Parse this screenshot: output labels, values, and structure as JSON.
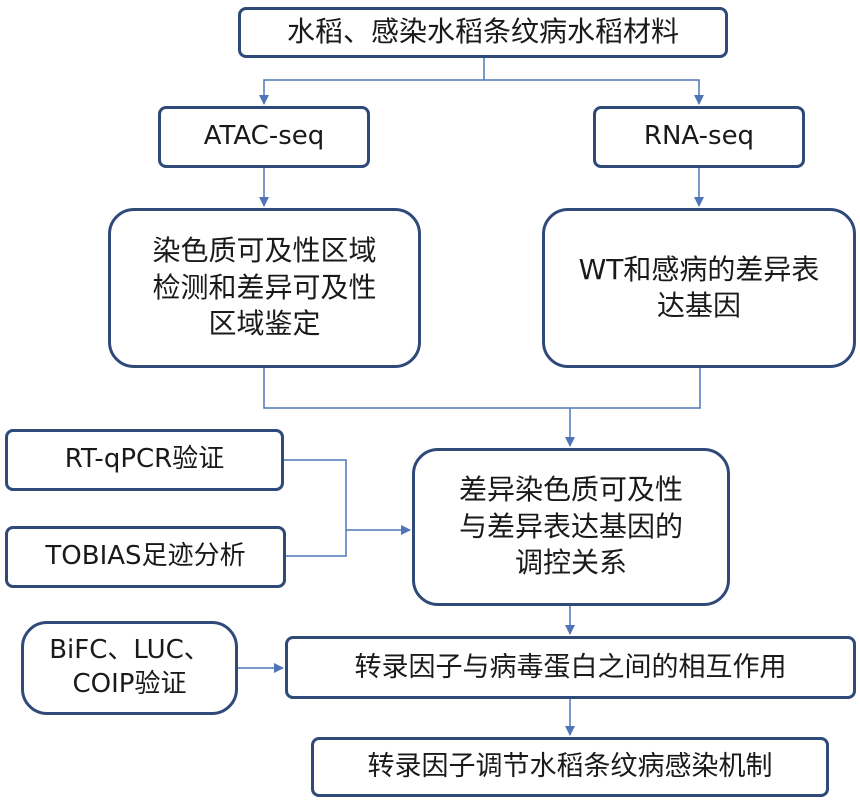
{
  "nodes": {
    "materials": "水稻、感染水稻条纹病水稻材料",
    "atac": "ATAC-seq",
    "rna": "RNA-seq",
    "chromatin": "染色质可及性区域\n检测和差异可及性\n区域鉴定",
    "deg": "WT和感病的差异表\n达基因",
    "rtqpcr": "RT-qPCR验证",
    "tobias": "TOBIAS足迹分析",
    "regulation": "差异染色质可及性\n与差异表达基因的\n调控关系",
    "bifc": "BiFC、LUC、\nCOIP验证",
    "interaction": "转录因子与病毒蛋白之间的相互作用",
    "mechanism": "转录因子调节水稻条纹病感染机制"
  },
  "colors": {
    "border": "#2f4a78",
    "arrow": "#4f75b8"
  }
}
